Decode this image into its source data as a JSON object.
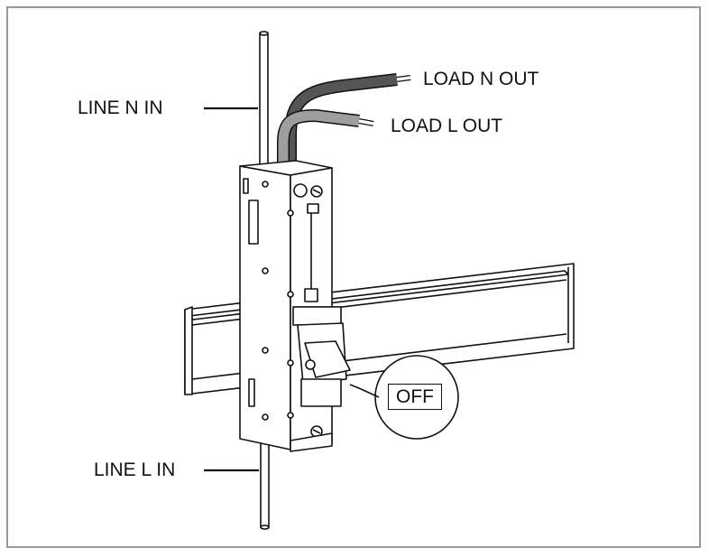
{
  "labels": {
    "line_n_in": "LINE N IN",
    "line_l_in": "LINE L IN",
    "load_n_out": "LOAD N OUT",
    "load_l_out": "LOAD L OUT",
    "off": "OFF"
  },
  "colors": {
    "stroke": "#111111",
    "frame": "#9a9a9a",
    "cable_dark": "#555555",
    "cable_light": "#9e9e9e"
  }
}
